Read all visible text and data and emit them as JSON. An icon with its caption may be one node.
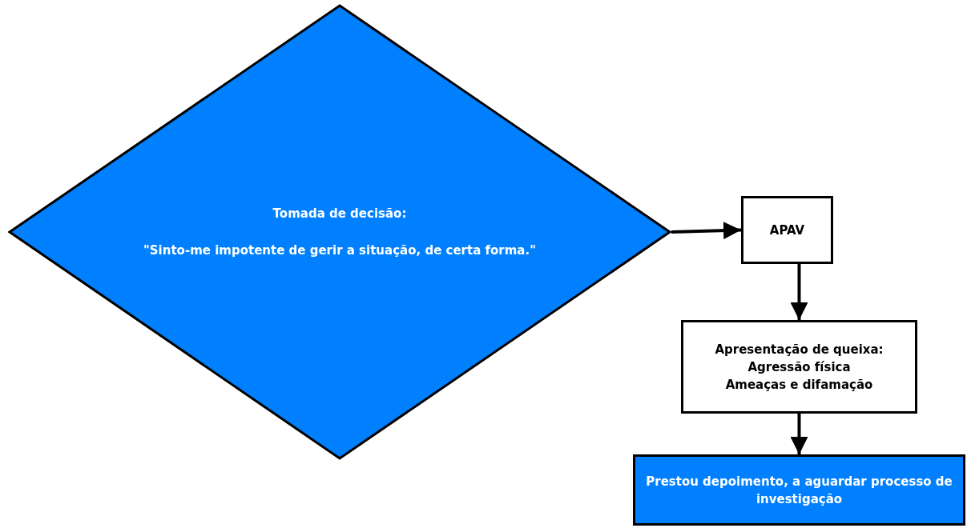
{
  "diagram": {
    "nodes": [
      {
        "text": [
          "Tomada de decisão:",
          "\"Sinto-me impotente de gerir a situação, de certa forma.\""
        ]
      },
      {
        "text": [
          "APAV"
        ]
      },
      {
        "text": [
          "Apresentação de queixa:",
          "Agressão física",
          "Ameaças e difamação"
        ]
      },
      {
        "text": [
          "Prestou depoimento, a aguardar processo de investigação"
        ]
      }
    ],
    "edges": [
      {
        "from": 0,
        "to": 1,
        "arrow": "to"
      },
      {
        "from": 1,
        "to": 2,
        "arrow": "to"
      },
      {
        "from": 2,
        "to": 3,
        "arrow": "to"
      }
    ]
  }
}
